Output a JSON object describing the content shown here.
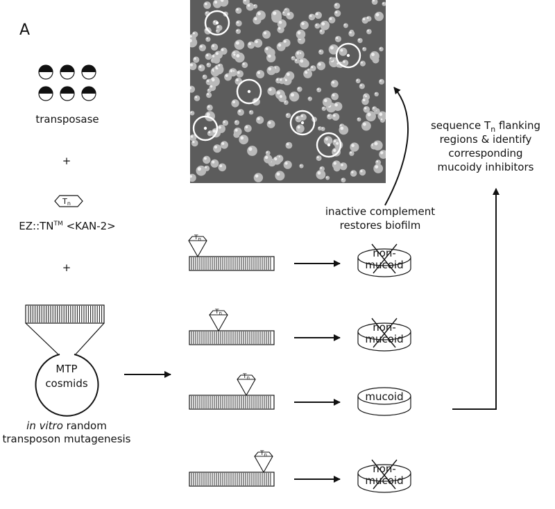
{
  "panel_letter": "A",
  "transposase_label": "transposase",
  "plus_symbol": "+",
  "tn_symbol": "T",
  "tn_subscript": "n",
  "ez_tn_label": "EZ::TN",
  "ez_tn_tm": "TM",
  "ez_tn_suffix": " <KAN-2>",
  "mtp_line1": "MTP",
  "mtp_line2": "cosmids",
  "mutagenesis_italic": "in vitro",
  "mutagenesis_rest": " random",
  "mutagenesis_line2": "transposon mutagenesis",
  "complement_line1": "inactive complement",
  "complement_line2": "restores biofilm",
  "sequence_line1_prefix": "sequence T",
  "sequence_line1_sub": "n",
  "sequence_line1_suffix": " flanking",
  "sequence_line2": "regions & identify",
  "sequence_line3": "corresponding",
  "sequence_line4": "mucoidy inhibitors",
  "plates": [
    {
      "line1": "non-",
      "line2": "mucoid",
      "crossed": true
    },
    {
      "line1": "non-",
      "line2": "mucoid",
      "crossed": true
    },
    {
      "line1": "mucoid",
      "line2": "",
      "crossed": false
    },
    {
      "line1": "non-",
      "line2": "mucoid",
      "crossed": true
    }
  ],
  "colors": {
    "photo_bg": "#5c5c5c",
    "colony": "#b8b8b8",
    "circle": "#ffffff",
    "ink": "#111111"
  }
}
